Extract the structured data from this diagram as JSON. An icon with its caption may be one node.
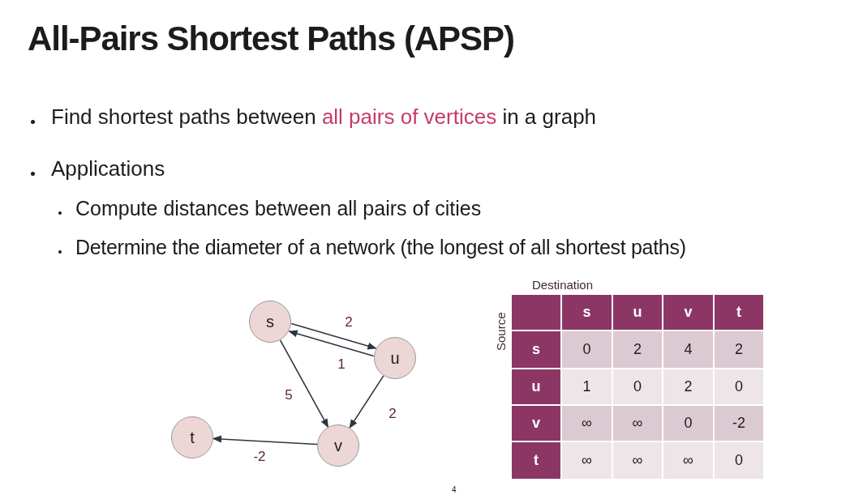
{
  "diagram": {
    "title": "All-Pairs Shortest Paths (APSP)",
    "nodes": [
      {
        "text": [
          "s"
        ]
      },
      {
        "text": [
          "u"
        ]
      },
      {
        "text": [
          "v"
        ]
      },
      {
        "text": [
          "t"
        ]
      }
    ],
    "edges": [
      {
        "from": 0,
        "to": 1,
        "arrow": "to",
        "label": "2"
      },
      {
        "from": 1,
        "to": 0,
        "arrow": "to",
        "label": "1"
      },
      {
        "from": 0,
        "to": 2,
        "arrow": "to",
        "label": "5"
      },
      {
        "from": 1,
        "to": 2,
        "arrow": "to",
        "label": "2"
      },
      {
        "from": 2,
        "to": 3,
        "arrow": "to",
        "label": "-2"
      }
    ],
    "labels": [
      "Find shortest paths between **all pairs of vertices** in a graph",
      "Applications",
      "Compute distances between all pairs of cities",
      "Determine the diameter of a network (the longest of all shortest paths)",
      "Destination",
      "Source",
      "s",
      "u",
      "v",
      "t",
      "s",
      "0",
      "2",
      "4",
      "2",
      "u",
      "1",
      "0",
      "2",
      "0",
      "v",
      "∞",
      "∞",
      "0",
      "-2",
      "t",
      "∞",
      "∞",
      "∞",
      "0",
      "4"
    ]
  }
}
